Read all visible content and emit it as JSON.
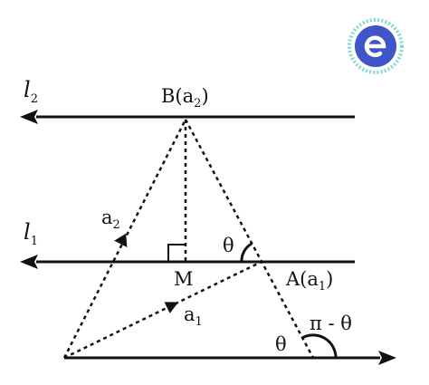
{
  "logo": {
    "name": "e-logo",
    "ring_color": "#7fd8d5",
    "disc_color": "#3f55c8"
  },
  "colors": {
    "ink": "#111111",
    "background": "#ffffff"
  },
  "labels": {
    "l2": {
      "main": "l",
      "sub": "2"
    },
    "l1": {
      "main": "l",
      "sub": "1"
    },
    "B": {
      "before": "B(a",
      "sub": "2",
      "after": ")"
    },
    "A": {
      "before": "A(a",
      "sub": "1",
      "after": ")"
    },
    "M": "M",
    "a2": {
      "main": "a",
      "sub": "2"
    },
    "a1": {
      "main": "a",
      "sub": "1"
    },
    "theta_upper": "θ",
    "theta_lower": "θ",
    "pi_minus_theta": "π - θ"
  }
}
